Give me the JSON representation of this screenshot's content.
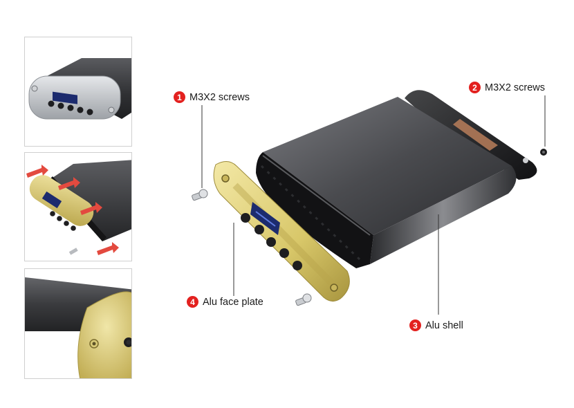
{
  "callouts": [
    {
      "number": "1",
      "label": "M3X2 screws"
    },
    {
      "number": "2",
      "label": "M3X2 screws"
    },
    {
      "number": "3",
      "label": "Alu shell"
    },
    {
      "number": "4",
      "label": "Alu face plate"
    }
  ],
  "colors": {
    "badge": "#e3211f",
    "shell": "#3c3d40",
    "face_plate_gold": "#d8c769",
    "face_plate_silver": "#b9bcc0",
    "display": "#1c2b6e",
    "arrow": "#e34a3f"
  }
}
